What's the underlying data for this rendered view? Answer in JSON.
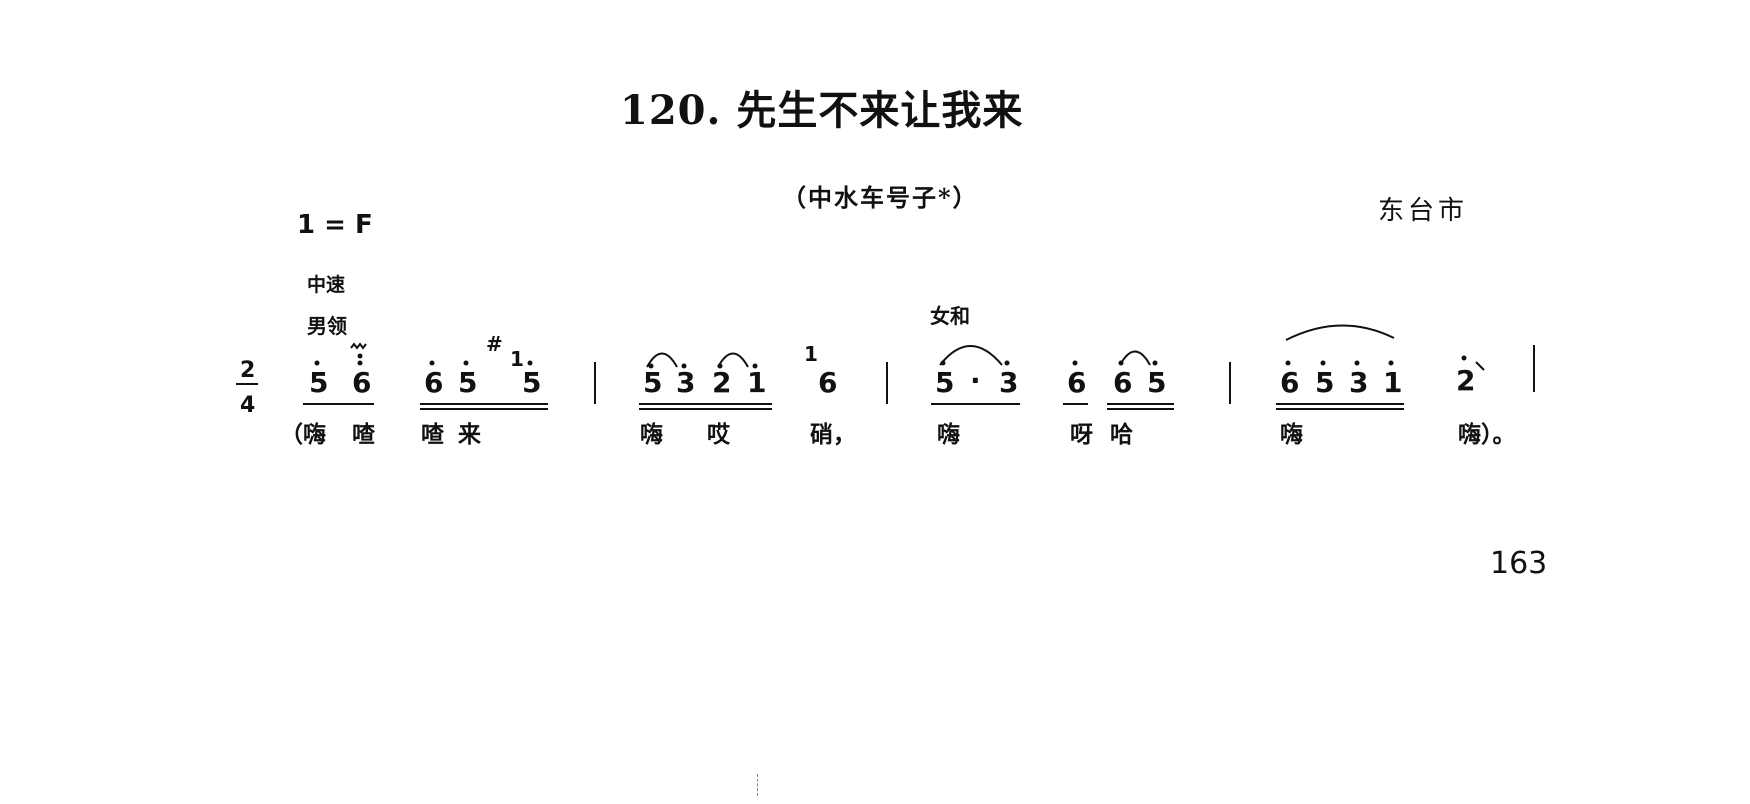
{
  "title": "120. 先生不来让我来",
  "subtitle": "（中水车号子*）",
  "region": "东台市",
  "key": "1 = F",
  "tempo": "中速",
  "lead_voice": "男领",
  "chorus_voice": "女和",
  "page_number": "163",
  "time_signature": {
    "top": "2",
    "bottom": "4"
  },
  "notes": {
    "m1": [
      "5",
      "6",
      "6",
      "5",
      "5"
    ],
    "m2": [
      "5",
      "3",
      "2",
      "1",
      "6"
    ],
    "m3": [
      "5",
      "·",
      "3",
      "6",
      "6",
      "5"
    ],
    "m4": [
      "6",
      "5",
      "3",
      "1",
      "2"
    ],
    "grace_1": "1",
    "grace_sharp": "#1",
    "grace_sharp_mark": "#"
  },
  "lyrics": {
    "open": "（嗨",
    "l1": "喳",
    "l2": "喳",
    "l3": "来",
    "l4": "嗨",
    "l5": "哎",
    "l6": "硝，",
    "l7": "嗨",
    "l8": "呀",
    "l9": "哈",
    "l10": "嗨",
    "close": "嗨）。"
  }
}
